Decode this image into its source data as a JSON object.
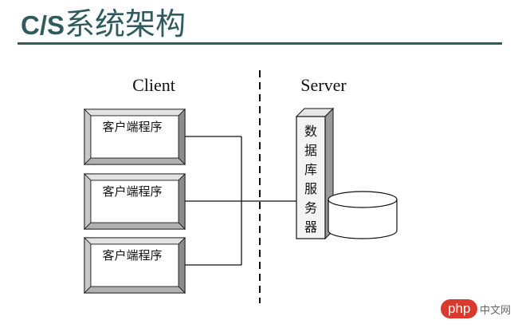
{
  "title": {
    "latin": "C/S",
    "chinese": "系统架构"
  },
  "diagram": {
    "client_label": "Client",
    "server_label": "Server",
    "client_programs": [
      "客户端程序",
      "客户端程序",
      "客户端程序"
    ],
    "db_server_chars": [
      "数",
      "据",
      "库",
      "服",
      "务",
      "器"
    ]
  },
  "watermark": {
    "badge": "php",
    "site": "中文网"
  }
}
